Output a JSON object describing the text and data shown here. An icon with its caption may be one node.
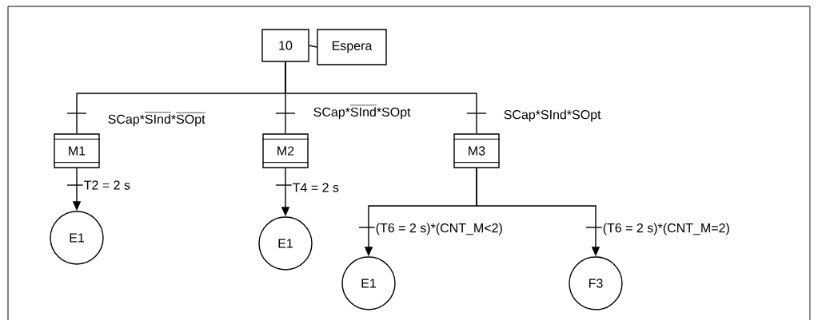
{
  "diagram": {
    "nodes": [
      {
        "text": [
          "10"
        ]
      },
      {
        "text": [
          "Espera"
        ]
      },
      {
        "text": [
          "M1"
        ]
      },
      {
        "text": [
          "M2"
        ]
      },
      {
        "text": [
          "M3"
        ]
      },
      {
        "text": [
          "E1"
        ]
      },
      {
        "text": [
          "E1"
        ]
      },
      {
        "text": [
          "E1"
        ]
      },
      {
        "text": [
          "F3"
        ]
      }
    ],
    "edges": [
      {
        "from": 0,
        "to": 1,
        "arrow": "none"
      },
      {
        "from": 0,
        "to": 2,
        "arrow": "none",
        "label": "\\text{SCap*}\\overline{\\text{SInd}}\\text{*}\\overline{\\text{SOpt}}"
      },
      {
        "from": 0,
        "to": 3,
        "arrow": "none",
        "label": "\\text{SCap*}\\overline{\\text{SInd}}\\text{*SOpt}"
      },
      {
        "from": 0,
        "to": 4,
        "arrow": "none",
        "label": "SCap*SInd*SOpt"
      },
      {
        "from": 2,
        "to": 5,
        "arrow": "to",
        "label": "T2 = 2 s"
      },
      {
        "from": 3,
        "to": 6,
        "arrow": "to",
        "label": "T4 = 2 s"
      },
      {
        "from": 4,
        "to": 7,
        "arrow": "to",
        "label": "(T6 = 2 s)*(CNT_M<2)"
      },
      {
        "from": 4,
        "to": 8,
        "arrow": "to",
        "label": "(T6 = 2 s)*(CNT_M=2)"
      }
    ]
  }
}
